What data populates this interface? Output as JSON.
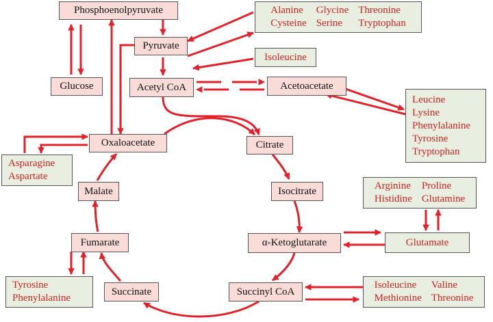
{
  "metabolites": {
    "phosphoenolpyruvate": "Phosphoenolpyruvate",
    "glucose": "Glucose",
    "pyruvate": "Pyruvate",
    "acetyl_coa": "Acetyl CoA",
    "acetoacetate": "Acetoacetate",
    "oxaloacetate": "Oxaloacetate",
    "citrate": "Citrate",
    "isocitrate": "Isocitrate",
    "alpha_ketoglutarate": "α-Ketoglutarate",
    "succinyl_coa": "Succinyl CoA",
    "succinate": "Succinate",
    "fumarate": "Fumarate",
    "malate": "Malate",
    "glutamate": "Glutamate"
  },
  "amino_acids": {
    "pyruvate_group": [
      "Alanine",
      "Glycine",
      "Threonine",
      "Cysteine",
      "Serine",
      "Tryptophan"
    ],
    "acetyl_coa_group": [
      "Isoleucine"
    ],
    "acetoacetate_group": [
      "Leucine",
      "Lysine",
      "Phenylalanine",
      "Tyrosine",
      "Tryptophan"
    ],
    "oxaloacetate_group": [
      "Asparagine",
      "Aspartate"
    ],
    "glutamate_group": [
      "Arginine",
      "Proline",
      "Histidine",
      "Glutamine"
    ],
    "succinyl_coa_group": [
      "Isoleucine",
      "Valine",
      "Methionine",
      "Threonine"
    ],
    "fumarate_group": [
      "Tyrosine",
      "Phenylalanine"
    ]
  },
  "colors": {
    "arrow": "#e0202a",
    "metabolite_box": "#f9dcd8",
    "amino_acid_box": "#e9efe0",
    "amino_acid_text": "#cc2222"
  }
}
